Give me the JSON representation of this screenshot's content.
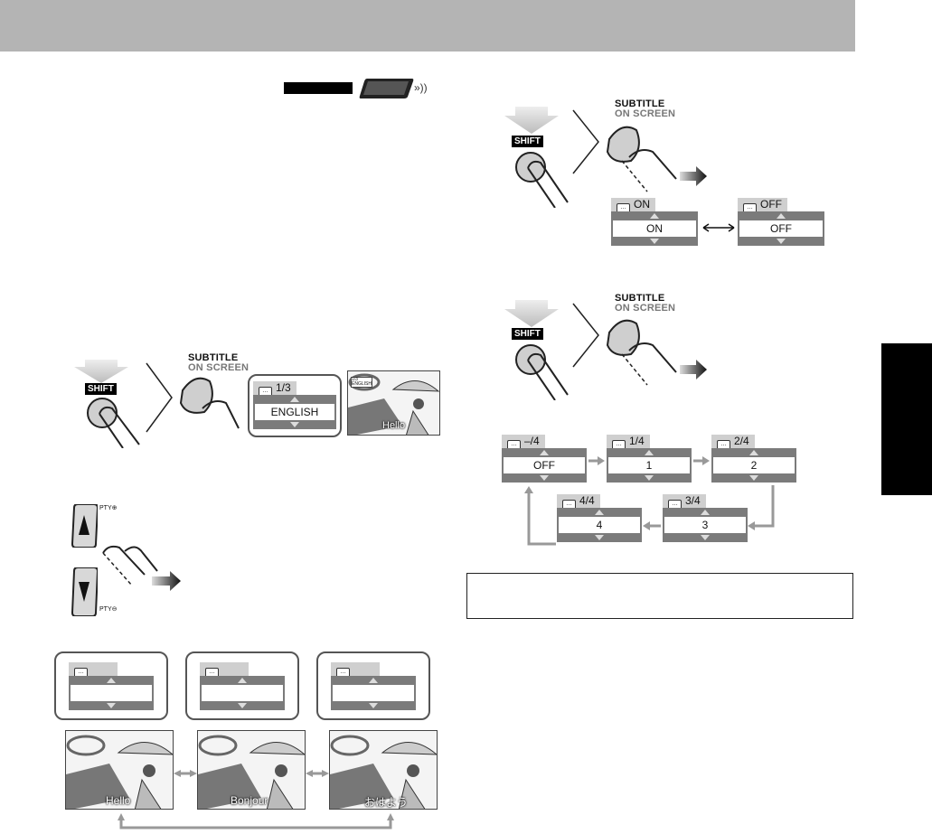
{
  "header": {
    "title": ""
  },
  "remote": {
    "label": ""
  },
  "buttons": {
    "shift": "SHIFT",
    "subtitle_line1": "SUBTITLE",
    "subtitle_line2": "ON SCREEN",
    "pty_up": "PTY",
    "pty_down": "PTY"
  },
  "top_right": {
    "on_display": {
      "tag": "ON",
      "value": "ON"
    },
    "off_display": {
      "tag": "OFF",
      "value": "OFF"
    }
  },
  "left_step": {
    "display": {
      "tag": "1/3",
      "value": "ENGLISH"
    },
    "thumb_caption": "Hello",
    "thumb_osd_line1": "1/3",
    "thumb_osd_line2": "ENGLISH"
  },
  "cycle": [
    {
      "tag": "–/4",
      "value": "OFF"
    },
    {
      "tag": "1/4",
      "value": "1"
    },
    {
      "tag": "2/4",
      "value": "2"
    },
    {
      "tag": "3/4",
      "value": "3"
    },
    {
      "tag": "4/4",
      "value": "4"
    }
  ],
  "bottom_scenes": [
    {
      "caption": "Hello"
    },
    {
      "caption": "Bonjour"
    },
    {
      "caption": "おはよう"
    }
  ],
  "note": {
    "text": ""
  },
  "side_tab": {
    "label": ""
  },
  "colors": {
    "header_bg": "#b4b4b4",
    "osd_band": "#7b7b7b",
    "osd_tag": "#cfcfcf",
    "arrow": "#999999"
  }
}
